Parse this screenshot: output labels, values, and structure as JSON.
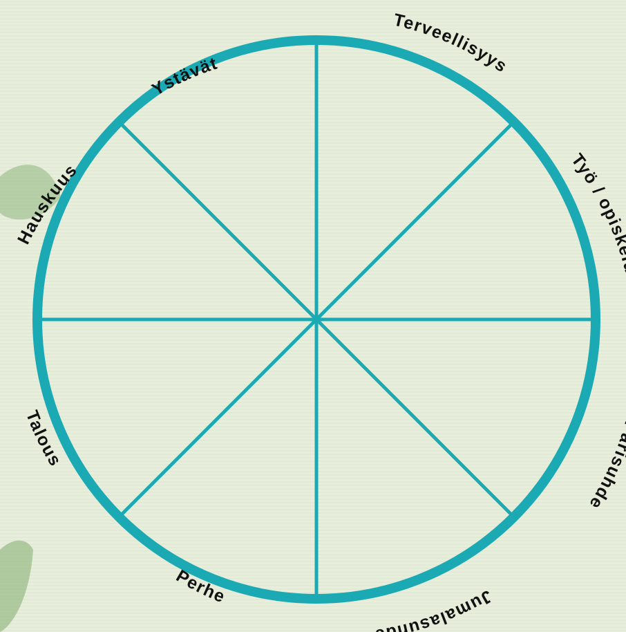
{
  "wheel": {
    "color": "#1ba9b4",
    "background": "#e7eedc",
    "leaf_color": "#8fb77d",
    "labels": {
      "ystavat": "Ystävät",
      "terveellisyys": "Terveellisyys",
      "tyo_opiskelu": "Työ / opiskelu",
      "parisuhde": "Parisuhde",
      "jumalasuhde": "Jumalasuhde",
      "perhe": "Perhe",
      "talous": "Talous",
      "hauskuus": "Hauskuus"
    }
  }
}
